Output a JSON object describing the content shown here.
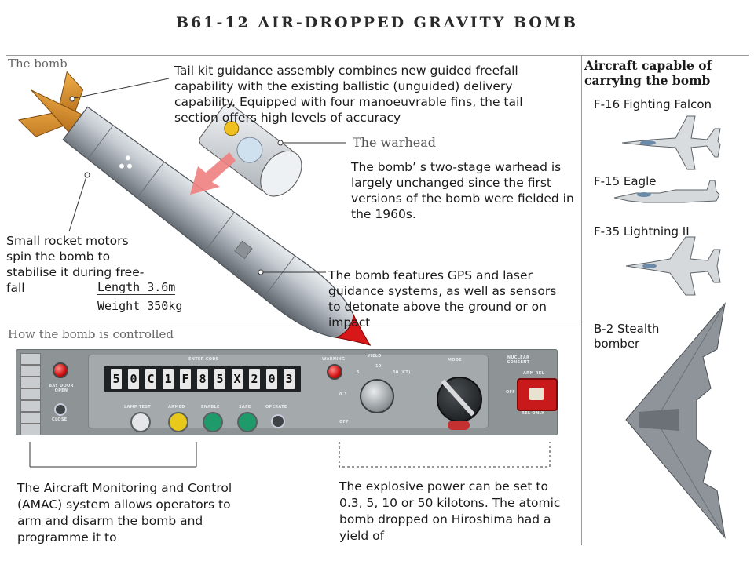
{
  "title": "B61-12 AIR-DROPPED GRAVITY BOMB",
  "sections": {
    "bomb": "The bomb",
    "controlled": "How the bomb is controlled"
  },
  "annotations": {
    "tail_kit": "Tail kit guidance assembly combines new guided freefall capability with the existing ballistic (unguided) delivery capability. Equipped with four manoeuvrable fins, the tail section offers high levels of accuracy",
    "warhead_label": "The warhead",
    "warhead_text": "The bomb’ s two-stage warhead is largely unchanged since the first versions of the bomb were fielded in the 1960s.",
    "rocket_motors": "Small rocket motors spin the bomb to stabilise it during free-fall",
    "length": "Length  3.6m",
    "weight": "Weight  350kg",
    "gps": "The bomb features GPS and laser guidance systems, as well as sensors to detonate above the ground or on impact"
  },
  "aircraft": {
    "heading": "Aircraft capable of carrying the bomb",
    "items": [
      {
        "label": "F-16 Fighting Falcon"
      },
      {
        "label": "F-15 Eagle"
      },
      {
        "label": "F-35 Lightning II"
      },
      {
        "label": "B-2 Stealth bomber"
      }
    ]
  },
  "panel": {
    "code_label": "ENTER CODE",
    "code_digits": [
      "5",
      "0",
      "C",
      "1",
      "F",
      "8",
      "5",
      "X",
      "2",
      "0",
      "3"
    ],
    "warning_label": "WARNING",
    "nuclear_label": "NUCLEAR CONSENT",
    "arm_label": "ARM REL",
    "bay_door_label": "BAY DOOR OPEN",
    "close_label": "CLOSE",
    "yield_label": "YIELD",
    "yield_values": [
      "0.3",
      "5",
      "10",
      "50 (KT)"
    ],
    "mode_label": "MODE",
    "lamp_labels": [
      "LAMP TEST",
      "ARMED",
      "ENABLE",
      "SAFE",
      "OPERATE"
    ],
    "off_label": "OFF",
    "rel_label": "REL ONLY"
  },
  "captions": {
    "amac": "The Aircraft Monitoring and Control (AMAC) system allows operators to arm and disarm the bomb and programme it to",
    "yield": "The explosive power can be set to 0.3, 5, 10 or 50 kilotons. The atomic bomb dropped on Hiroshima had a yield of"
  },
  "colors": {
    "warning_red": "#d01010",
    "lamp_yellow": "#e8c81a",
    "lamp_green": "#1f9a6a",
    "arrow_pink": "#f08080",
    "fin_orange": "#e0952a"
  }
}
